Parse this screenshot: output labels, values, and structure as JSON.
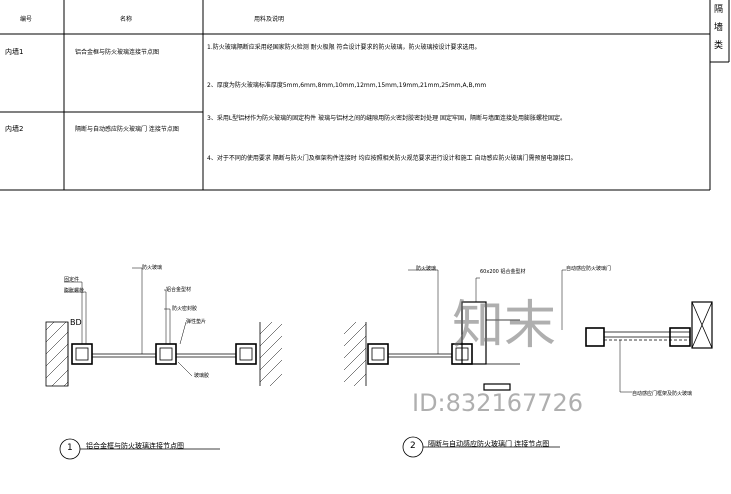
{
  "table": {
    "headers": [
      "编号",
      "名称",
      "用料及说明"
    ],
    "side_title": [
      "隔",
      "墙",
      "类"
    ],
    "rows": [
      {
        "code": "内墙1",
        "name": "铝合金框与防火玻璃连接节点图"
      },
      {
        "code": "内墙2",
        "name": "隔断与自动感应防火玻璃门 连接节点图"
      }
    ],
    "notes": [
      "1.防火玻璃隔断应采用经国家防火检测 耐火极限 符合设计要求的防火玻璃，防火玻璃按设计要求选用。",
      "2、厚度为防火玻璃标准厚度5mm,6mm,8mm,10mm,12mm,15mm,19mm,21mm,25mm,A,B,mm",
      "3、采用L型铝材作为防火玻璃的固定构件 玻璃与铝材之间的缝隙用防火密封胶密封处理 固定牢固，隔断与墙面连接处用膨胀螺栓固定。",
      "4、对于不同的使用要求 隔断与防火门及框架构件连接时 均应按照相关防火规范要求进行设计和施工 自动感应防火玻璃门需预留电源接口。"
    ]
  },
  "detail1": {
    "number": "1",
    "title": "铝合金框与防火玻璃连接节点图",
    "mark": "BD",
    "labels": [
      "固定件",
      "膨胀螺栓",
      "防火玻璃",
      "铝合金型材",
      "防火密封胶",
      "弹性垫片",
      "玻璃胶"
    ]
  },
  "detail2": {
    "number": "2",
    "title": "隔断与自动感应防火玻璃门 连接节点图",
    "labels": [
      "防火玻璃",
      "60x200 铝合金型材",
      "自动感应防火玻璃门",
      "自动感应门框架及防火玻璃"
    ]
  },
  "watermarks": {
    "logo": "知末",
    "id": "ID:832167726"
  }
}
